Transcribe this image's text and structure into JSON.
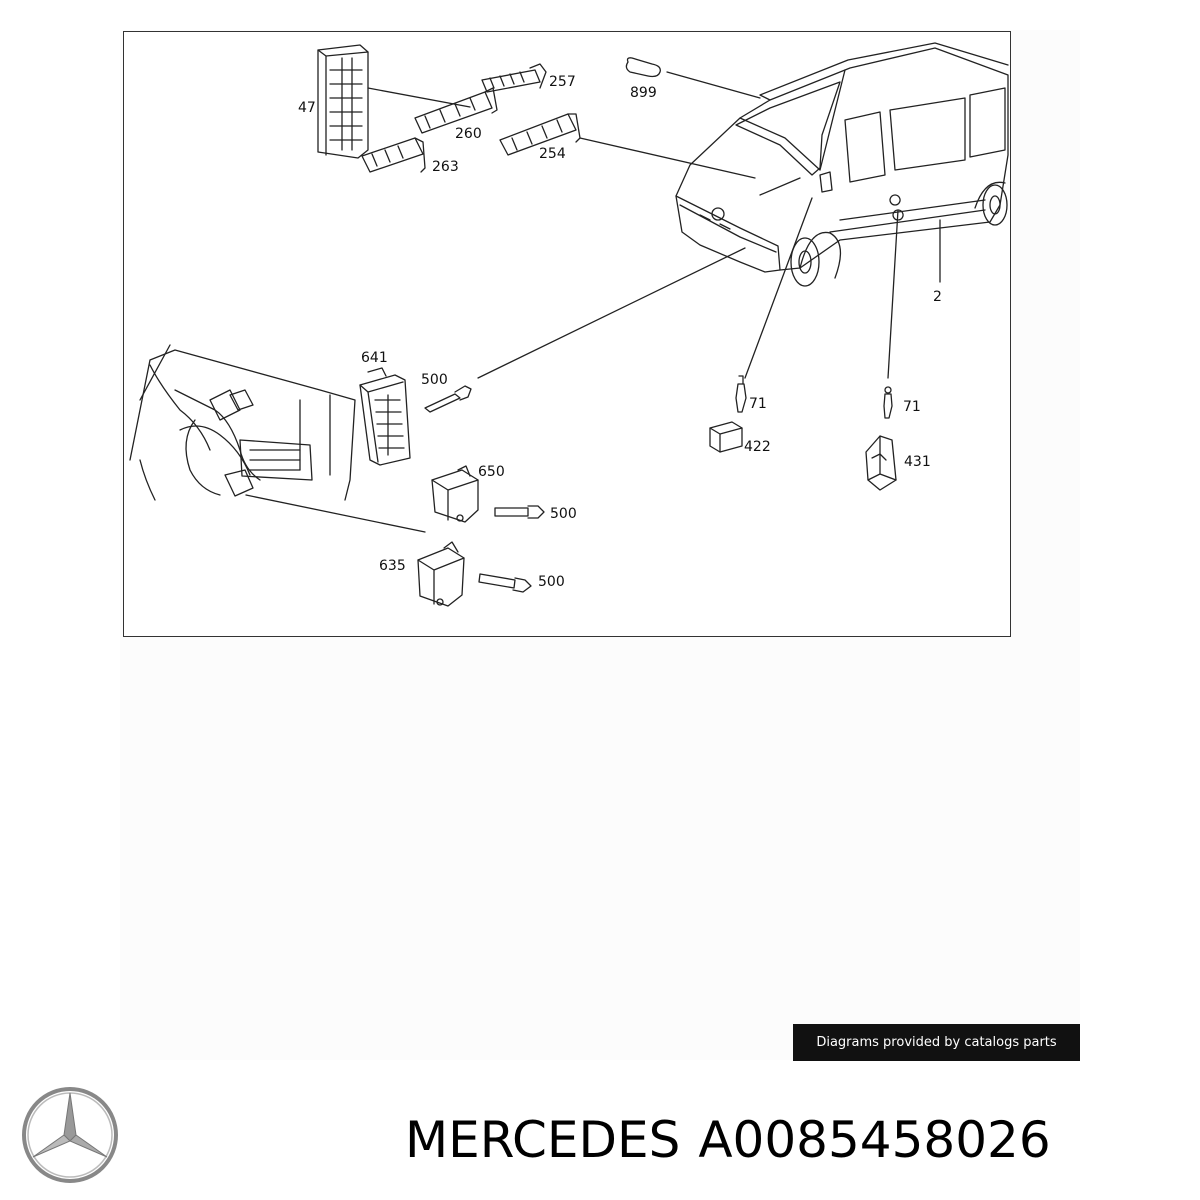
{
  "diagram": {
    "labels": {
      "p47": "47",
      "p257": "257",
      "p260": "260",
      "p263": "263",
      "p254": "254",
      "p899": "899",
      "p2": "2",
      "p641": "641",
      "p500a": "500",
      "p650": "650",
      "p500b": "500",
      "p635": "635",
      "p500c": "500",
      "p71a": "71",
      "p422": "422",
      "p71b": "71",
      "p431": "431"
    }
  },
  "credit": "Diagrams provided by catalogs parts",
  "brand": {
    "name": "MERCEDES",
    "logo_icon": "mercedes-star-icon"
  },
  "part_number": "A0085458026",
  "colors": {
    "credit_bg": "#111111",
    "credit_text": "#ffffff",
    "line": "#222222"
  }
}
